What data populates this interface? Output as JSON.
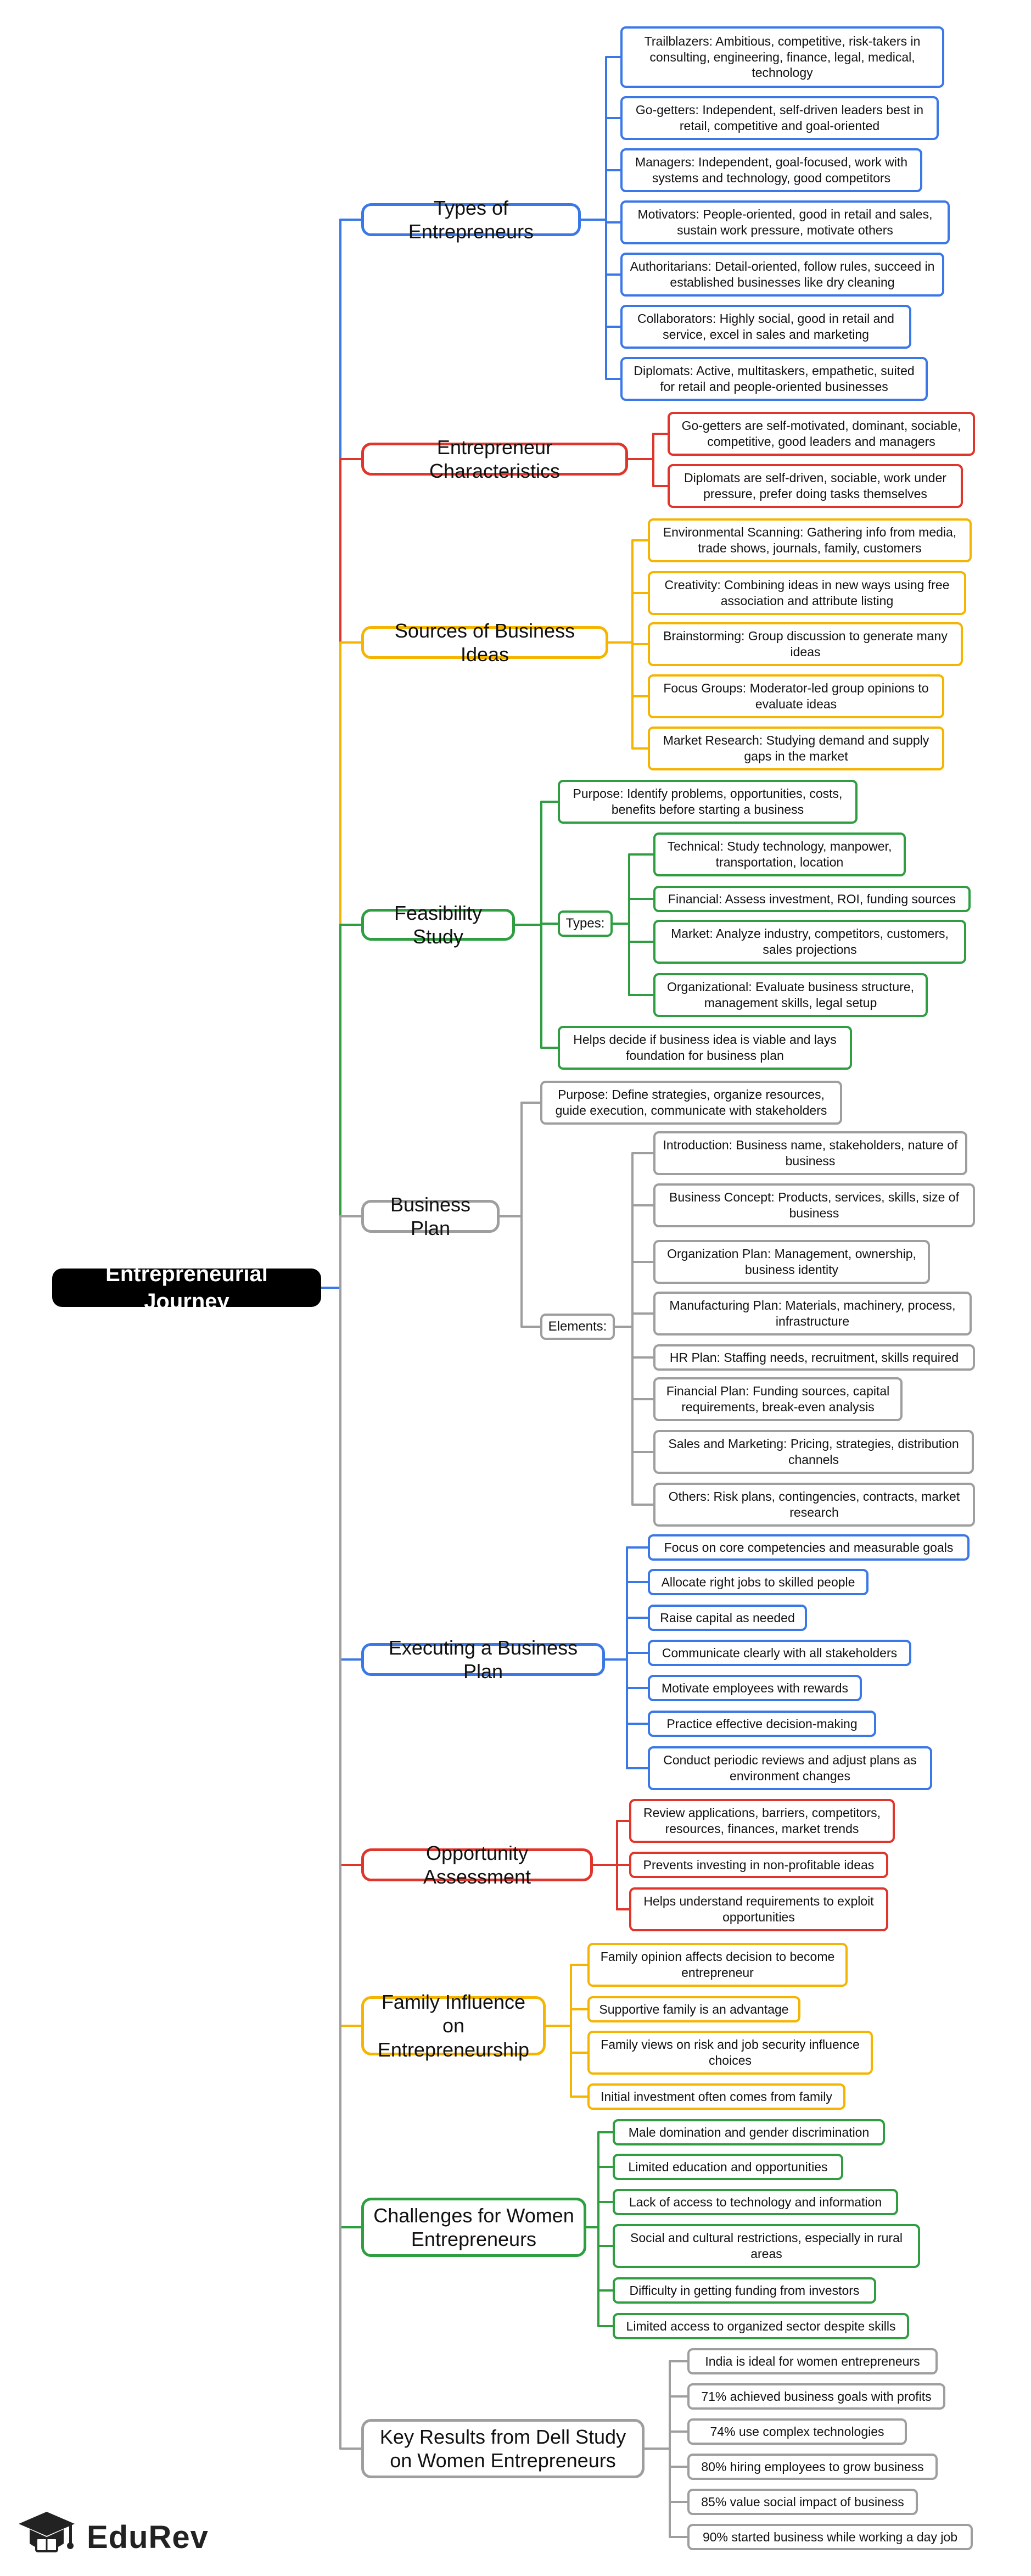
{
  "root": "Entrepreneurial Journey",
  "brand": "EduRev",
  "colors": {
    "blue": "#3b78e7",
    "red": "#e0352b",
    "yellow": "#f5b400",
    "green": "#2e9e41",
    "gray": "#9e9e9e"
  },
  "branches": [
    {
      "label": "Types of Entrepreneurs",
      "color": "blue",
      "children": [
        "Trailblazers: Ambitious, competitive, risk-takers in consulting, engineering, finance, legal, medical, technology",
        "Go-getters: Independent, self-driven leaders best in retail, competitive and goal-oriented",
        "Managers: Independent, goal-focused, work with systems and technology, good competitors",
        "Motivators: People-oriented, good in retail and sales, sustain work pressure, motivate others",
        "Authoritarians: Detail-oriented, follow rules, succeed in established businesses like dry cleaning",
        "Collaborators: Highly social, good in retail and service, excel in sales and marketing",
        "Diplomats: Active, multitaskers, empathetic, suited for retail and people-oriented businesses"
      ]
    },
    {
      "label": "Entrepreneur Characteristics",
      "color": "red",
      "children": [
        "Go-getters are self-motivated, dominant, sociable, competitive, good leaders and managers",
        "Diplomats are self-driven, sociable, work under pressure, prefer doing tasks themselves"
      ]
    },
    {
      "label": "Sources of Business Ideas",
      "color": "yellow",
      "children": [
        "Environmental Scanning: Gathering info from media, trade shows, journals, family, customers",
        "Creativity: Combining ideas in new ways using free association and attribute listing",
        "Brainstorming: Group discussion to generate many ideas",
        "Focus Groups: Moderator-led group opinions to evaluate ideas",
        "Market Research: Studying demand and supply gaps in the market"
      ]
    },
    {
      "label": "Feasibility Study",
      "color": "green",
      "purpose": "Purpose: Identify problems, opportunities, costs, benefits before starting a business",
      "sub_label": "Types:",
      "sub_children": [
        "Technical: Study technology, manpower, transportation, location",
        "Financial: Assess investment, ROI, funding sources",
        "Market: Analyze industry, competitors, customers, sales projections",
        "Organizational: Evaluate business structure, management skills, legal setup"
      ],
      "footer": "Helps decide if business idea is viable and lays foundation for business plan"
    },
    {
      "label": "Business Plan",
      "color": "gray",
      "purpose": "Purpose: Define strategies, organize resources, guide execution, communicate with stakeholders",
      "sub_label": "Elements:",
      "sub_children": [
        "Introduction: Business name, stakeholders, nature of business",
        "Business Concept: Products, services, skills, size of business",
        "Organization Plan: Management, ownership, business identity",
        "Manufacturing Plan: Materials, machinery, process, infrastructure",
        "HR Plan: Staffing needs, recruitment, skills required",
        "Financial Plan: Funding sources, capital requirements, break-even analysis",
        "Sales and Marketing: Pricing, strategies, distribution channels",
        "Others: Risk plans, contingencies, contracts, market research"
      ]
    },
    {
      "label": "Executing a Business Plan",
      "color": "blue",
      "children": [
        "Focus on core competencies and measurable goals",
        "Allocate right jobs to skilled people",
        "Raise capital as needed",
        "Communicate clearly with all stakeholders",
        "Motivate employees with rewards",
        "Practice effective decision-making",
        "Conduct periodic reviews and adjust plans as environment changes"
      ]
    },
    {
      "label": "Opportunity Assessment",
      "color": "red",
      "children": [
        "Review applications, barriers, competitors, resources, finances, market trends",
        "Prevents investing in non-profitable ideas",
        "Helps understand requirements to exploit opportunities"
      ]
    },
    {
      "label": "Family Influence on Entrepreneurship",
      "color": "yellow",
      "children": [
        "Family opinion affects decision to become entrepreneur",
        "Supportive family is an advantage",
        "Family views on risk and job security influence choices",
        "Initial investment often comes from family"
      ]
    },
    {
      "label": "Challenges for Women Entrepreneurs",
      "color": "green",
      "children": [
        "Male domination and gender discrimination",
        "Limited education and opportunities",
        "Lack of access to technology and information",
        "Social and cultural restrictions, especially in rural areas",
        "Difficulty in getting funding from investors",
        "Limited access to organized sector despite skills"
      ]
    },
    {
      "label": "Key Results from Dell Study on Women Entrepreneurs",
      "color": "gray",
      "children": [
        "India is ideal for women entrepreneurs",
        "71% achieved business goals with profits",
        "74% use complex technologies",
        "80% hiring employees to grow business",
        "85% value social impact of business",
        "90% started business while working a day job"
      ]
    }
  ]
}
